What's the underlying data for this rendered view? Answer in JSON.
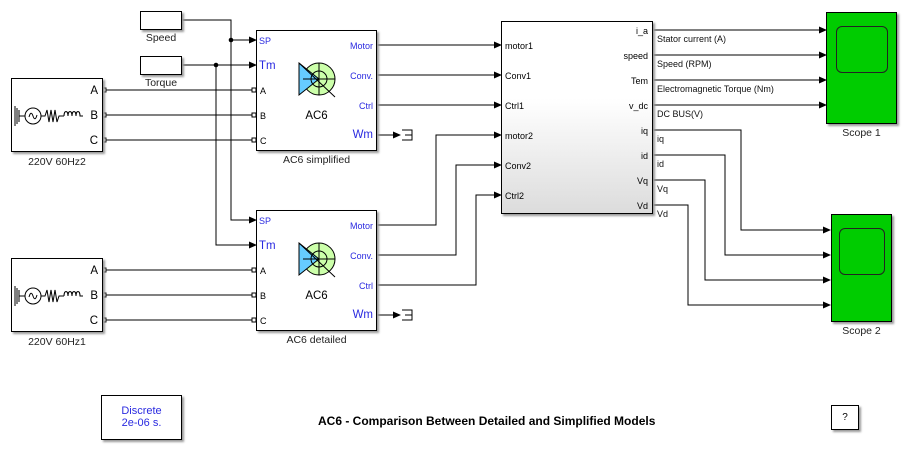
{
  "title": "AC6 - Comparison Between Detailed and Simplified Models",
  "help_button": "?",
  "powergui": {
    "line1": "Discrete",
    "line2": "2e-06 s."
  },
  "constants": [
    {
      "label": "Speed"
    },
    {
      "label": "Torque"
    }
  ],
  "sources": [
    {
      "label": "220V 60Hz2",
      "ports": [
        "A",
        "B",
        "C"
      ]
    },
    {
      "label": "220V 60Hz1",
      "ports": [
        "A",
        "B",
        "C"
      ]
    }
  ],
  "drives": [
    {
      "label": "AC6 simplified",
      "center": "AC6",
      "inputs": [
        "SP",
        "Tm",
        "A",
        "B",
        "C"
      ],
      "outputs": [
        "Motor",
        "Conv.",
        "Ctrl",
        "Wm"
      ]
    },
    {
      "label": "AC6 detailed",
      "center": "AC6",
      "inputs": [
        "SP",
        "Tm",
        "A",
        "B",
        "C"
      ],
      "outputs": [
        "Motor",
        "Conv.",
        "Ctrl",
        "Wm"
      ]
    }
  ],
  "measure_block": {
    "inputs": [
      "motor1",
      "Conv1",
      "Ctrl1",
      "motor2",
      "Conv2",
      "Ctrl2"
    ],
    "outputs": [
      "i_a",
      "speed",
      "Tem",
      "v_dc",
      "iq",
      "id",
      "Vq",
      "Vd"
    ]
  },
  "signals": [
    "Stator current (A)",
    "Speed (RPM)",
    "Electromagnetic Torque (Nm)",
    "DC BUS(V)",
    "iq",
    "id",
    "Vq",
    "Vd"
  ],
  "scopes": [
    {
      "label": "Scope 1"
    },
    {
      "label": "Scope 2"
    }
  ],
  "colors": {
    "scope": "#00cc00",
    "port_blue": "#2a2ae0",
    "motor_blue": "#66ccff",
    "motor_green": "#ccffaa"
  }
}
